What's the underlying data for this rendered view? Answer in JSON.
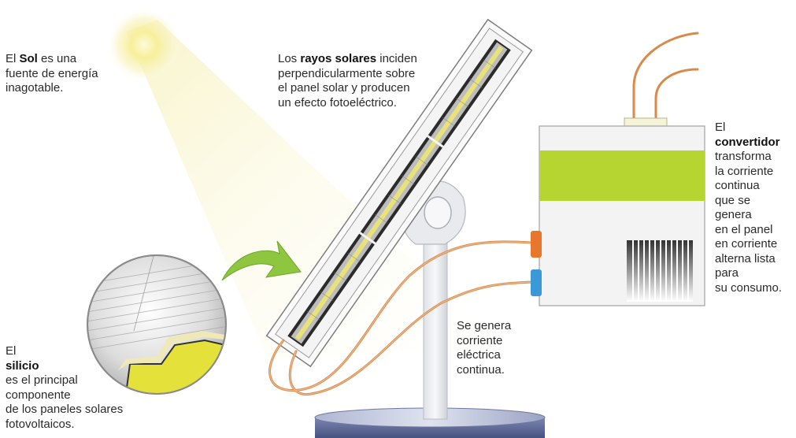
{
  "sun": {
    "line1_pre": "El ",
    "line1_bold": "Sol",
    "line1_post": " es una",
    "line2": "fuente de energía",
    "line3": "inagotable."
  },
  "rays": {
    "line1_pre": "Los ",
    "line1_bold": "rayos solares",
    "line1_post": " inciden",
    "line2": "perpendicularmente sobre",
    "line3": "el panel solar y producen",
    "line4": "un efecto fotoeléctrico."
  },
  "converter": {
    "line1": "El",
    "bold": "convertidor",
    "lines": [
      "transforma",
      "la corriente",
      "continua",
      "que se",
      "genera",
      "en el panel",
      "en corriente",
      "alterna lista",
      "para",
      "su consumo."
    ]
  },
  "current": {
    "lines": [
      "Se genera",
      "corriente",
      "eléctrica",
      "continua."
    ]
  },
  "silicon": {
    "line1_pre": "El ",
    "line1_bold": "silicio",
    "lines": [
      "es el principal",
      "componente",
      "de los paneles solares",
      "fotovoltaicos."
    ]
  },
  "colors": {
    "panel_yellow": "#e8e27a",
    "converter_green": "#b6d531",
    "cable_orange": "#d98a4a",
    "connector_orange": "#e8772e",
    "connector_blue": "#3a9ad8",
    "silicon_yellow": "#e4e23a",
    "arrow_green": "#8ec63f",
    "sun_yellow": "#f7ef9a"
  }
}
